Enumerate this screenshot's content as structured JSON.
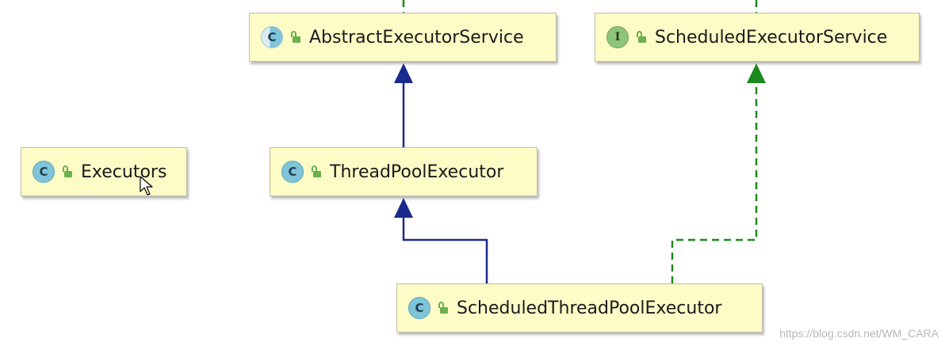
{
  "diagram": {
    "nodes": [
      {
        "id": "abstract",
        "kind": "abstract-class",
        "badge": "C",
        "label": "AbstractExecutorService"
      },
      {
        "id": "sched-svc",
        "kind": "interface",
        "badge": "I",
        "label": "ScheduledExecutorService"
      },
      {
        "id": "executors",
        "kind": "class",
        "badge": "C",
        "label": "Executors"
      },
      {
        "id": "tpe",
        "kind": "class",
        "badge": "C",
        "label": "ThreadPoolExecutor"
      },
      {
        "id": "stpe",
        "kind": "class",
        "badge": "C",
        "label": "ScheduledThreadPoolExecutor"
      }
    ],
    "edges": [
      {
        "from": "tpe",
        "to": "abstract",
        "type": "extends",
        "style": "solid",
        "color": "#1a2a8c"
      },
      {
        "from": "stpe",
        "to": "tpe",
        "type": "extends",
        "style": "solid",
        "color": "#1a2a8c"
      },
      {
        "from": "stpe",
        "to": "sched-svc",
        "type": "implements",
        "style": "dashed",
        "color": "#1e8a1e"
      }
    ]
  },
  "colors": {
    "node_fill": "#fdfbc6",
    "extends_line": "#1a2a8c",
    "implements_line": "#1e8a1e",
    "lock_icon": "#6ab04c"
  },
  "watermark": "https://blog.csdn.net/WM_CARA"
}
